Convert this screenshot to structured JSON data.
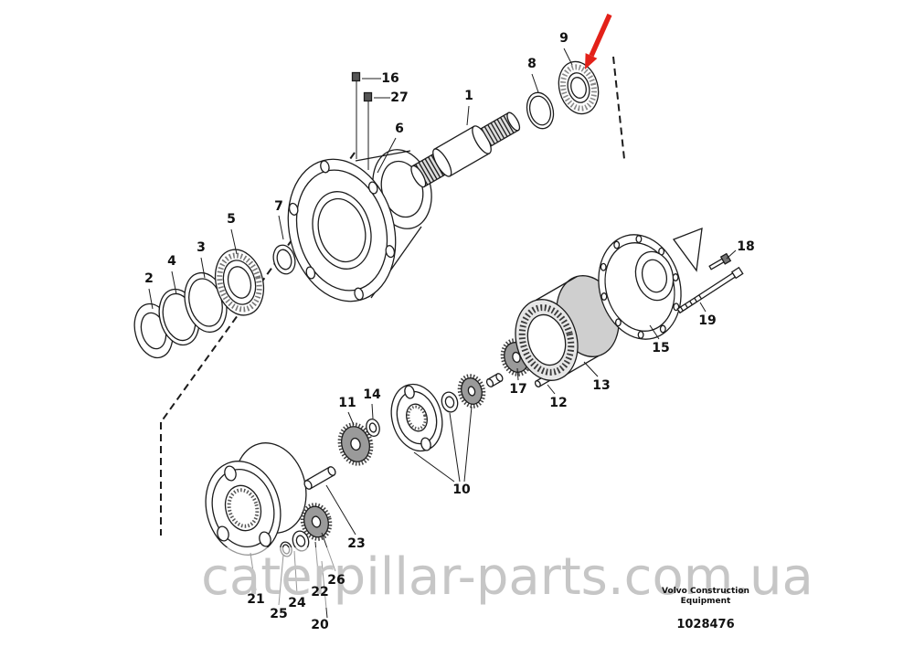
{
  "watermark": "caterpillar-parts.com.ua",
  "footer": {
    "brand_line1": "Volvo Construction",
    "brand_line2": "Equipment",
    "document_number": "1028476"
  },
  "annotation_arrow": {
    "color": "#e32119",
    "points_to_part": "9"
  },
  "parts": [
    {
      "num": "1"
    },
    {
      "num": "2"
    },
    {
      "num": "3"
    },
    {
      "num": "4"
    },
    {
      "num": "5"
    },
    {
      "num": "6"
    },
    {
      "num": "7"
    },
    {
      "num": "8"
    },
    {
      "num": "9"
    },
    {
      "num": "10"
    },
    {
      "num": "11"
    },
    {
      "num": "12"
    },
    {
      "num": "13"
    },
    {
      "num": "14"
    },
    {
      "num": "15"
    },
    {
      "num": "16"
    },
    {
      "num": "17"
    },
    {
      "num": "18"
    },
    {
      "num": "19"
    },
    {
      "num": "20"
    },
    {
      "num": "21"
    },
    {
      "num": "22"
    },
    {
      "num": "23"
    },
    {
      "num": "24"
    },
    {
      "num": "25"
    },
    {
      "num": "26"
    },
    {
      "num": "27"
    }
  ]
}
